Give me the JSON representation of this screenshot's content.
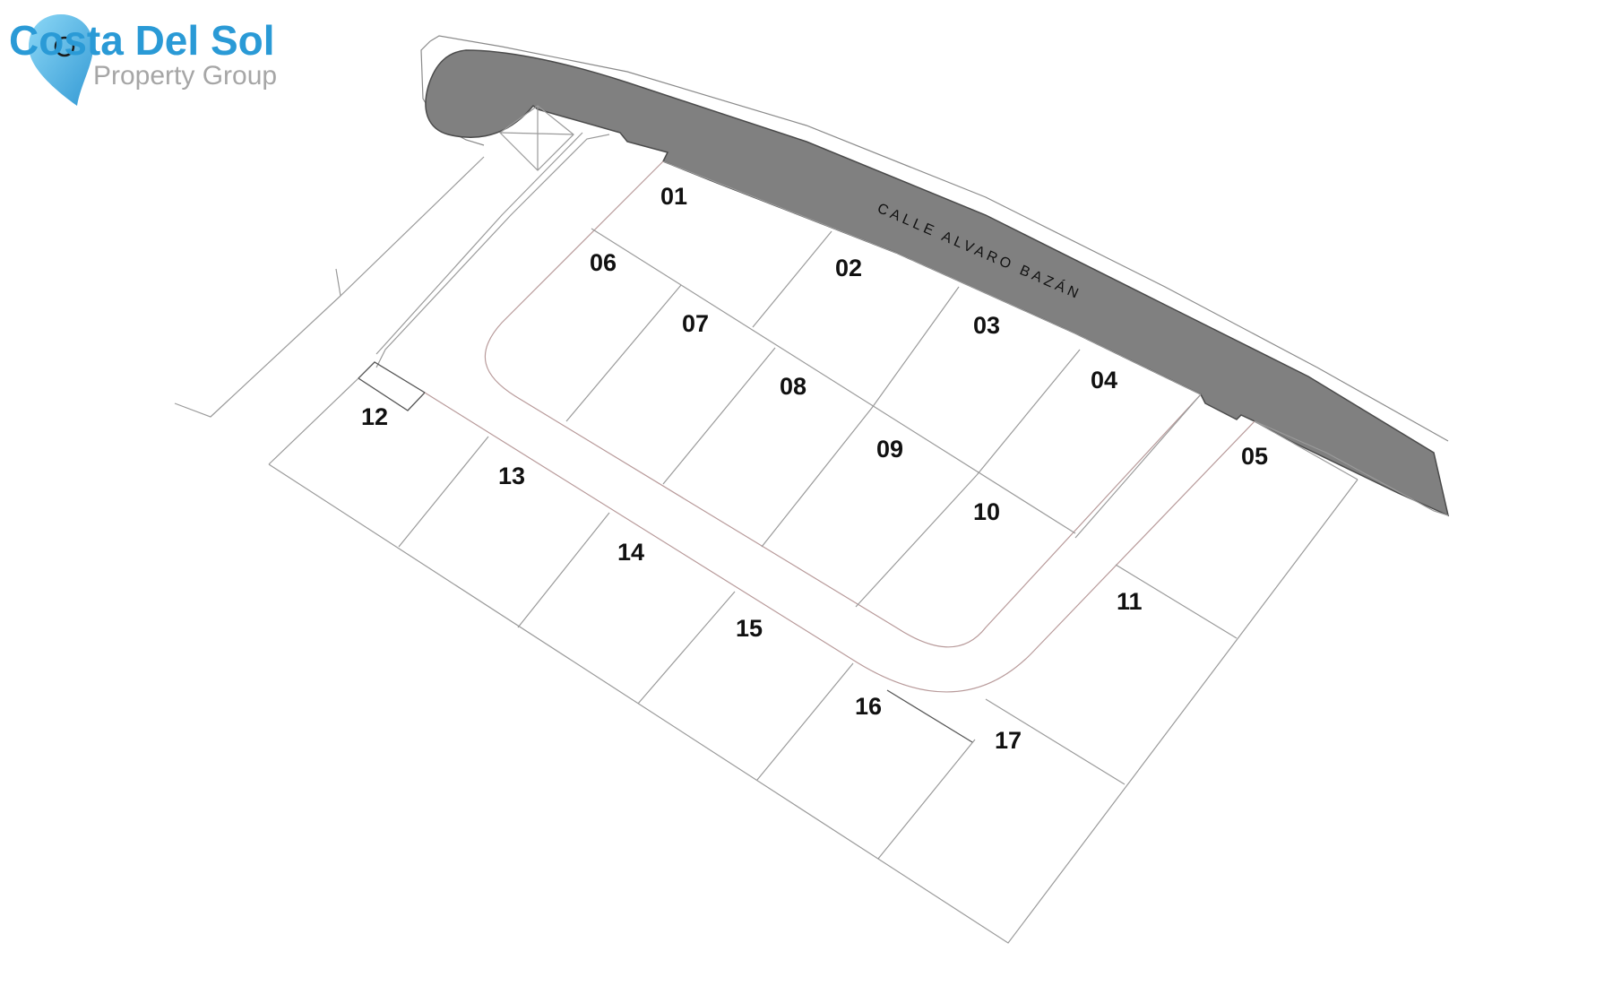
{
  "logo": {
    "title": "Costa Del Sol",
    "subtitle": "Property Group",
    "brand_color": "#2a9ad6",
    "subtitle_color": "#a6a6a6",
    "icon": "map-pin-icon"
  },
  "street": {
    "name": "CALLE ALVARO BAZÁN",
    "road_color": "#808080"
  },
  "plots": [
    "01",
    "02",
    "03",
    "04",
    "05",
    "06",
    "07",
    "08",
    "09",
    "10",
    "11",
    "12",
    "13",
    "14",
    "15",
    "16",
    "17"
  ]
}
